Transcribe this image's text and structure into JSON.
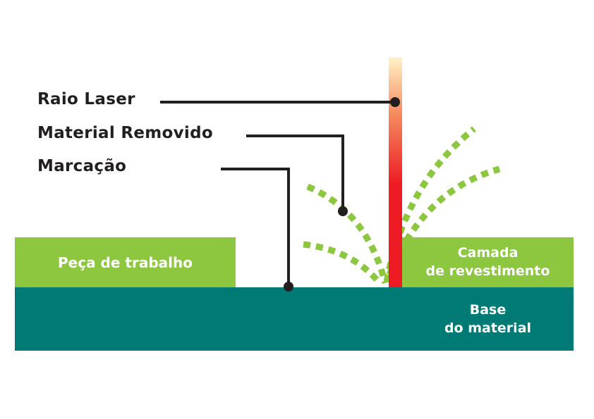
{
  "diagram": {
    "title": "Laser marking by coating removal",
    "callouts": [
      {
        "id": "laser-beam",
        "label": "Raio Laser"
      },
      {
        "id": "removed-material",
        "label": "Material Removido"
      },
      {
        "id": "marking",
        "label": "Marcação"
      }
    ],
    "regions": {
      "workpiece": {
        "label": "Peça de trabalho"
      },
      "coating_layer": {
        "line1": "Camada",
        "line2": "de revestimento"
      },
      "base_material": {
        "line1": "Base",
        "line2": "do material"
      }
    },
    "colors": {
      "coating_green": "#8DC63F",
      "base_teal": "#007A75",
      "laser_top": "#FFF4C8",
      "laser_mid": "#F58A5E",
      "laser_bottom": "#ED1C24",
      "leader_line": "#231F20",
      "text_dark": "#231F20",
      "text_light": "#FFFFFF"
    }
  }
}
